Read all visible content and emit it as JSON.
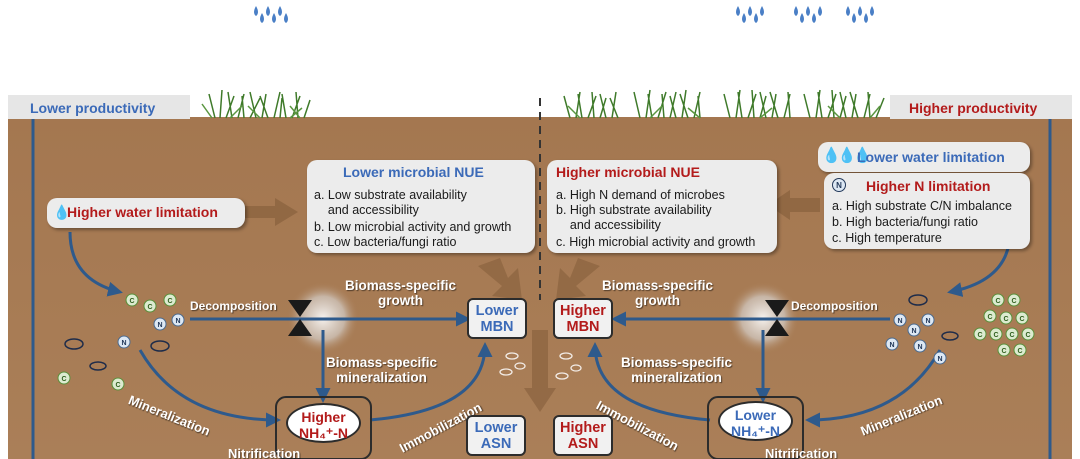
{
  "left_panel": {
    "header": "Lower productivity",
    "nue_title": "Lower microbial NUE",
    "nue_items": [
      "a. Low substrate availability\n    and accessibility",
      "b. Low microbial activity and growth",
      "c. Low bacteria/fungi ratio"
    ],
    "water_limitation": "Higher water limitation",
    "decomposition": "Decomposition",
    "growth": "Biomass-specific\ngrowth",
    "mineralization_specific": "Biomass-specific\nmineralization",
    "mineralization": "Mineralization",
    "nitrification": "Nitrification",
    "immobilization": "Immobilization",
    "mbn_pool": [
      "Lower",
      "MBN"
    ],
    "asn_pool": [
      "Lower",
      "ASN"
    ],
    "nh4_pool": [
      "Higher",
      "NH₄⁺-N"
    ]
  },
  "right_panel": {
    "header": "Higher productivity",
    "nue_title": "Higher microbial NUE",
    "nue_items": [
      "a. High N demand of microbes",
      "b. High substrate availability\n    and accessibility",
      "c. High microbial activity and growth"
    ],
    "water_limitation": "Lower water limitation",
    "n_limitation_title": "Higher N limitation",
    "n_limitation_items": [
      "a. High substrate C/N imbalance",
      "b. High bacteria/fungi ratio",
      "c. High temperature"
    ],
    "decomposition": "Decomposition",
    "growth": "Biomass-specific\ngrowth",
    "mineralization_specific": "Biomass-specific\nmineralization",
    "mineralization": "Mineralization",
    "nitrification": "Nitrification",
    "immobilization": "Immobilization",
    "mbn_pool": [
      "Higher",
      "MBN"
    ],
    "asn_pool": [
      "Higher",
      "ASN"
    ],
    "nh4_pool": [
      "Lower",
      "NH₄⁺-N"
    ]
  },
  "colors": {
    "soil": "#a97e57",
    "arrow": "#2e5a8c",
    "blue_text": "#3b6ab8",
    "red_text": "#b31b1b",
    "box": "#ececec"
  }
}
